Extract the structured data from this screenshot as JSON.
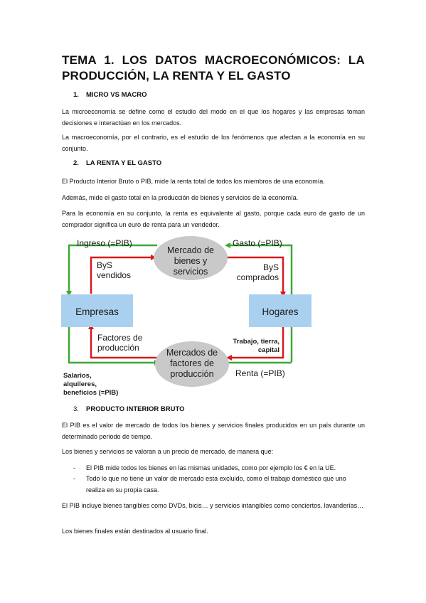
{
  "title": {
    "line1": "TEMA 1. LOS DATOS MACROECONÓMICOS: LA",
    "line2": "PRODUCCIÓN, LA RENTA Y EL GASTO"
  },
  "sections": [
    {
      "num": "1.",
      "label": "MICRO VS MACRO"
    },
    {
      "num": "2.",
      "label": "LA RENTA Y EL GASTO"
    },
    {
      "num": "3.",
      "label": "PRODUCTO INTERIOR BRUTO"
    }
  ],
  "paragraphs": {
    "micro": "La microeconomía se define como el estudio del modo en el que los hogares y las empresas toman decisiones e interactúan en los mercados.",
    "macro": "La macroeconomía, por el contrario, es el estudio de los fenómenos que afectan a la economía en su conjunto.",
    "pib_def": "El Producto Interior Bruto o PIB, mide la renta total de todos los miembros de una economía.",
    "pib_gasto": "Además, mide el gasto total en la producción de bienes y servicios de la economía.",
    "renta_gasto": "Para la economía en su conjunto, la renta es equivalente al gasto, porque cada euro de gasto de un comprador significa un euro de renta para un vendedor.",
    "pib_valor": "El PIB es el valor de mercado de todos los bienes y servicios finales producidos en un país durante un determinado periodo de tiempo.",
    "valoran": "Los bienes y servicios se valoran a un precio de mercado, de manera que:",
    "tangibles": "El PIB incluye bienes tangibles como DVDs, bicis… y servicios intangibles como conciertos, lavanderías…",
    "finales": "Los bienes finales están destinados al usuario final."
  },
  "bullets": [
    {
      "dash": "-",
      "text": "El PIB mide todos los bienes en las mismas unidades, como por ejemplo los € en la UE."
    },
    {
      "dash": "-",
      "text": "Todo lo que no tiene un valor de mercado esta excluido, como el trabajo doméstico que uno realiza en su propia casa."
    }
  ],
  "diagram": {
    "colors": {
      "green": "#3aaa35",
      "red": "#d7191c",
      "box": "#a9d1ef",
      "node": "#c9c9c9",
      "text": "#1a1a1a"
    },
    "empresas": "Empresas",
    "hogares": "Hogares",
    "mercado_bys": [
      "Mercado de",
      "bienes y",
      "servicios"
    ],
    "mercado_fp": [
      "Mercados de",
      "factores de",
      "producción"
    ],
    "ingreso": "Ingreso (=PIB)",
    "gasto": "Gasto (=PIB)",
    "bys_vendidos": [
      "ByS",
      "vendidos"
    ],
    "bys_comprados": [
      "ByS",
      "comprados"
    ],
    "factores": [
      "Factores de",
      "producción"
    ],
    "trabajo": [
      "Trabajo, tierra,",
      "capital"
    ],
    "salarios": [
      "Salarios,",
      "alquileres,",
      "beneficios (=PIB)"
    ],
    "renta": "Renta (=PIB)"
  }
}
